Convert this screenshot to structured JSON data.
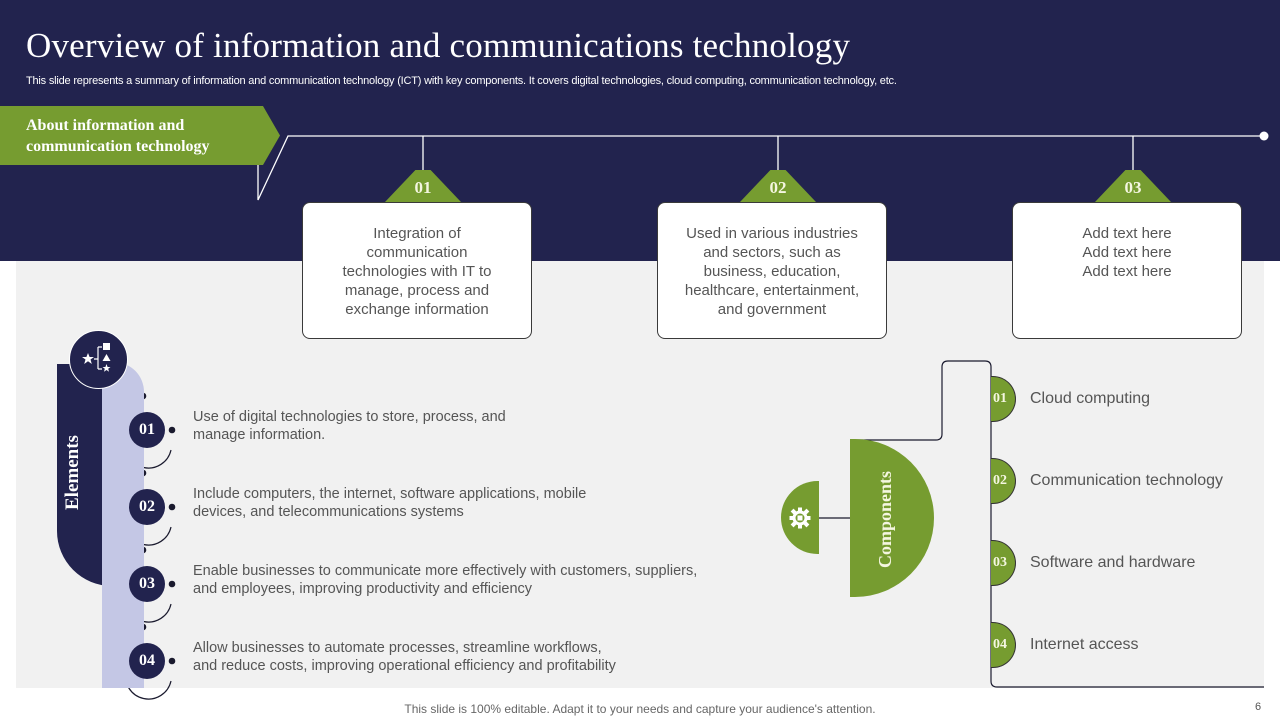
{
  "slide": {
    "title": "Overview of information and communications technology",
    "subtitle": "This slide represents a summary of information and communication technology (ICT) with key components. It covers digital technologies, cloud computing, communication technology, etc.",
    "footer_note": "This slide is 100% editable. Adapt it to your needs and capture your audience's attention.",
    "page_number": "6"
  },
  "colors": {
    "navy": "#22234e",
    "green": "#769c30",
    "lavender": "#c4c7e5",
    "panel_gray": "#f1f1f1",
    "body_text": "#555555"
  },
  "about": {
    "label": "About information and communication technology",
    "cards": [
      {
        "number": "01",
        "text": "Integration  of\ncommunication\ntechnologies with IT to\nmanage, process and\nexchange information"
      },
      {
        "number": "02",
        "text": "Used in various industries\nand sectors, such as\nbusiness, education,\nhealthcare, entertainment,\nand government"
      },
      {
        "number": "03",
        "text": "Add text here\nAdd text here\nAdd text here"
      }
    ]
  },
  "elements": {
    "label": "Elements",
    "icon": "hierarchy-icon",
    "items": [
      {
        "number": "01",
        "text": "Use of digital technologies to store, process, and\nmanage information."
      },
      {
        "number": "02",
        "text": "Include computers, the internet, software applications, mobile\ndevices, and telecommunications systems"
      },
      {
        "number": "03",
        "text": "Enable businesses to communicate more effectively with customers, suppliers,\nand employees, improving productivity and efficiency"
      },
      {
        "number": "04",
        "text": "Allow businesses to automate processes, streamline workflows,\nand reduce costs, improving operational efficiency and profitability"
      }
    ]
  },
  "components": {
    "label": "Components",
    "icon": "gear-icon",
    "items": [
      {
        "number": "01",
        "text": "Cloud computing"
      },
      {
        "number": "02",
        "text": "Communication technology"
      },
      {
        "number": "03",
        "text": "Software and hardware"
      },
      {
        "number": "04",
        "text": "Internet  access"
      }
    ]
  }
}
